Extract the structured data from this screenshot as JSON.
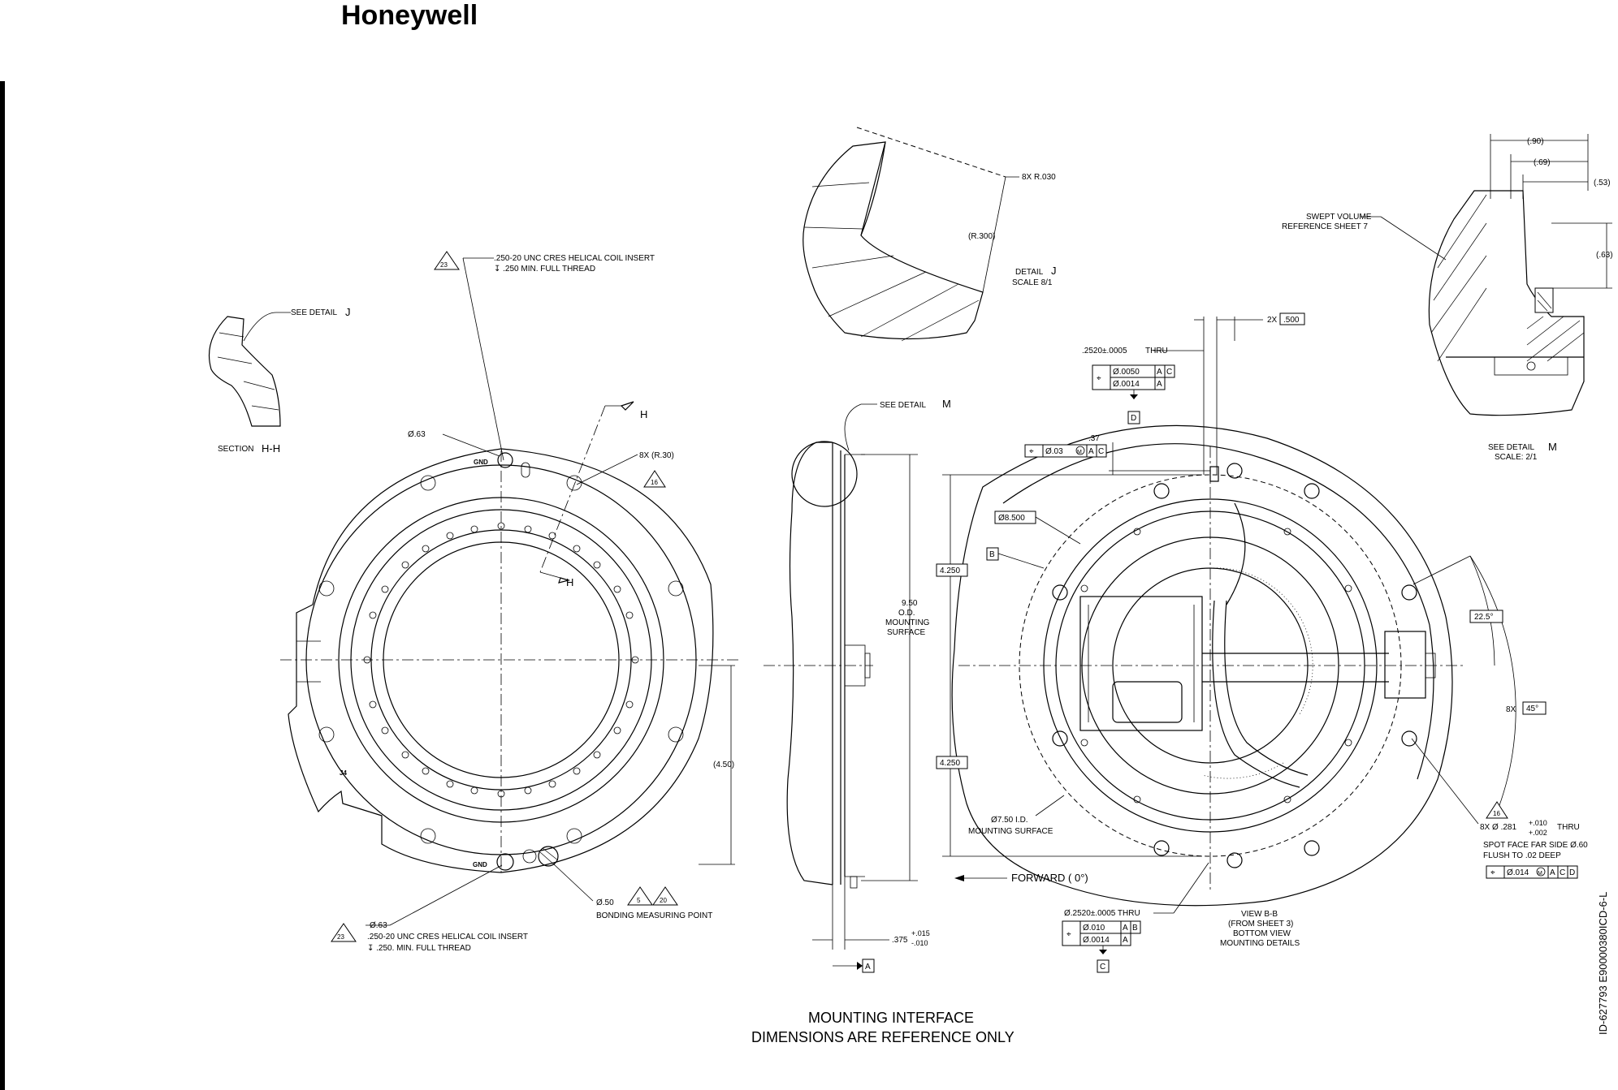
{
  "header": {
    "logo_text": "Honeywell"
  },
  "detail_j": {
    "callout_radius": "8X R.030",
    "radius": "(R.300)",
    "title_prefix": "DETAIL",
    "title_letter": "J",
    "scale": "SCALE  8/1"
  },
  "section_hh": {
    "see_detail": "SEE DETAIL",
    "see_detail_letter": "J",
    "title_prefix": "SECTION",
    "title_letter": "H-H"
  },
  "left_view": {
    "note_23_top": "23",
    "insert_top_line1": ".250-20 UNC CRES HELICAL COIL INSERT",
    "insert_top_line2": "↧ .250 MIN. FULL THREAD",
    "dia_top": "Ø.63",
    "cut_h_top": "H",
    "cut_h_bottom": "H",
    "radius_callout": "8X (R.30)",
    "note_16": "16",
    "gnd_top": "GND",
    "gnd_bottom": "GND",
    "j4": "J4",
    "dim_450": "(4.50)",
    "bond_dia": "Ø.50",
    "note_5": "5",
    "note_20": "20",
    "bond_label": "BONDING MEASURING POINT",
    "note_23_bottom": "23",
    "dia_bottom": "Ø.63",
    "insert_bottom_line1": ".250-20 UNC CRES HELICAL COIL INSERT",
    "insert_bottom_line2": "↧ .250. MIN. FULL THREAD"
  },
  "side_view": {
    "see_detail": "SEE DETAIL",
    "see_detail_letter": "M",
    "od_line1": "9.50",
    "od_line2": "O.D.",
    "od_line3": "MOUNTING",
    "od_line4": "SURFACE",
    "thickness": ".375",
    "tol_plus": "+.015",
    "tol_minus": "-.010",
    "datum_a": "A"
  },
  "detail_m": {
    "dim_90": "(.90)",
    "dim_69": "(.69)",
    "dim_53": "(.53)",
    "dim_63": "(.63)",
    "swept_line1": "SWEPT VOLUME",
    "swept_line2": "REFERENCE SHEET 7",
    "see_detail": "SEE DETAIL",
    "see_detail_letter": "M",
    "scale": "SCALE: 2/1"
  },
  "view_bb": {
    "hole_top": ".2520±.0005",
    "thru": "THRU",
    "fcf1_row1_tol": "Ø.0050",
    "fcf1_row1_datums": [
      "A",
      "C"
    ],
    "fcf1_row2_tol": "Ø.0014",
    "fcf1_row2_datum": "A",
    "datum_d": "D",
    "dim_2x": "2X",
    "dim_500": ".500",
    "dim_37": ".37",
    "fcf2_tol": "Ø.03",
    "fcf2_mod": "M",
    "fcf2_datums": [
      "A",
      "C"
    ],
    "dia_8500": "Ø8.500",
    "datum_b": "B",
    "dim_4250_top": "4.250",
    "dim_4250_bottom": "4.250",
    "angle_225": "22.5°",
    "count_8x": "8X",
    "angle_45": "45°",
    "id_line1": "Ø7.50 I.D.",
    "id_line2": "MOUNTING SURFACE",
    "forward": "FORWARD ( 0°)",
    "note_16": "16",
    "holes_8x": "8X Ø  .281",
    "holes_tol_plus": "+.010",
    "holes_tol_minus": "+.002",
    "holes_thru": "THRU",
    "spot_face": "SPOT FACE FAR SIDE Ø.60",
    "flush": "FLUSH TO .02 DEEP",
    "fcf3_tol": "Ø.014",
    "fcf3_mod": "M",
    "fcf3_datums": [
      "A",
      "C",
      "D"
    ],
    "hole_bottom": "Ø.2520±.0005 THRU",
    "fcf4_row1_tol": "Ø.010",
    "fcf4_row1_datums": [
      "A",
      "B"
    ],
    "fcf4_row2_tol": "Ø.0014",
    "fcf4_row2_datum": "A",
    "datum_c": "C",
    "view_line1": "VIEW B-B",
    "view_line2": "(FROM SHEET 3)",
    "view_line3": "BOTTOM VIEW",
    "view_line4": "MOUNTING DETAILS"
  },
  "footer": {
    "title_line1": "MOUNTING INTERFACE",
    "title_line2": "DIMENSIONS ARE REFERENCE ONLY",
    "doc_id": "ID-627793   E90000380ICD-6-L"
  }
}
